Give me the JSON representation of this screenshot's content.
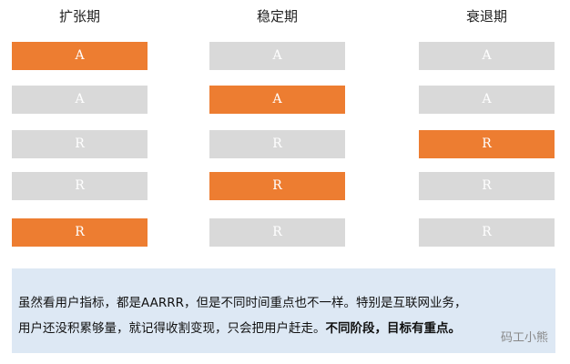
{
  "colors": {
    "active": "#ed7d31",
    "inactive": "#d9d9d9",
    "note_bg": "#dde8f4"
  },
  "columns": [
    {
      "title": "扩张期",
      "cells": [
        {
          "label": "A",
          "active": true
        },
        {
          "label": "A",
          "active": false
        },
        {
          "label": "R",
          "active": false
        },
        {
          "label": "R",
          "active": false
        },
        {
          "label": "R",
          "active": true
        }
      ]
    },
    {
      "title": "稳定期",
      "cells": [
        {
          "label": "A",
          "active": false
        },
        {
          "label": "A",
          "active": true
        },
        {
          "label": "R",
          "active": false
        },
        {
          "label": "R",
          "active": true
        },
        {
          "label": "R",
          "active": false
        }
      ]
    },
    {
      "title": "衰退期",
      "cells": [
        {
          "label": "A",
          "active": false
        },
        {
          "label": "A",
          "active": false
        },
        {
          "label": "R",
          "active": true
        },
        {
          "label": "R",
          "active": false
        },
        {
          "label": "R",
          "active": false
        }
      ]
    }
  ],
  "note": {
    "line1": "虽然看用户指标，都是AARRR，但是不同时间重点也不一样。特别是互联网业务，",
    "line2": "用户还没积累够量，就记得收割变现，只会把用户赶走。",
    "line2_bold": "不同阶段，目标有重点。",
    "watermark": "码工小熊"
  }
}
